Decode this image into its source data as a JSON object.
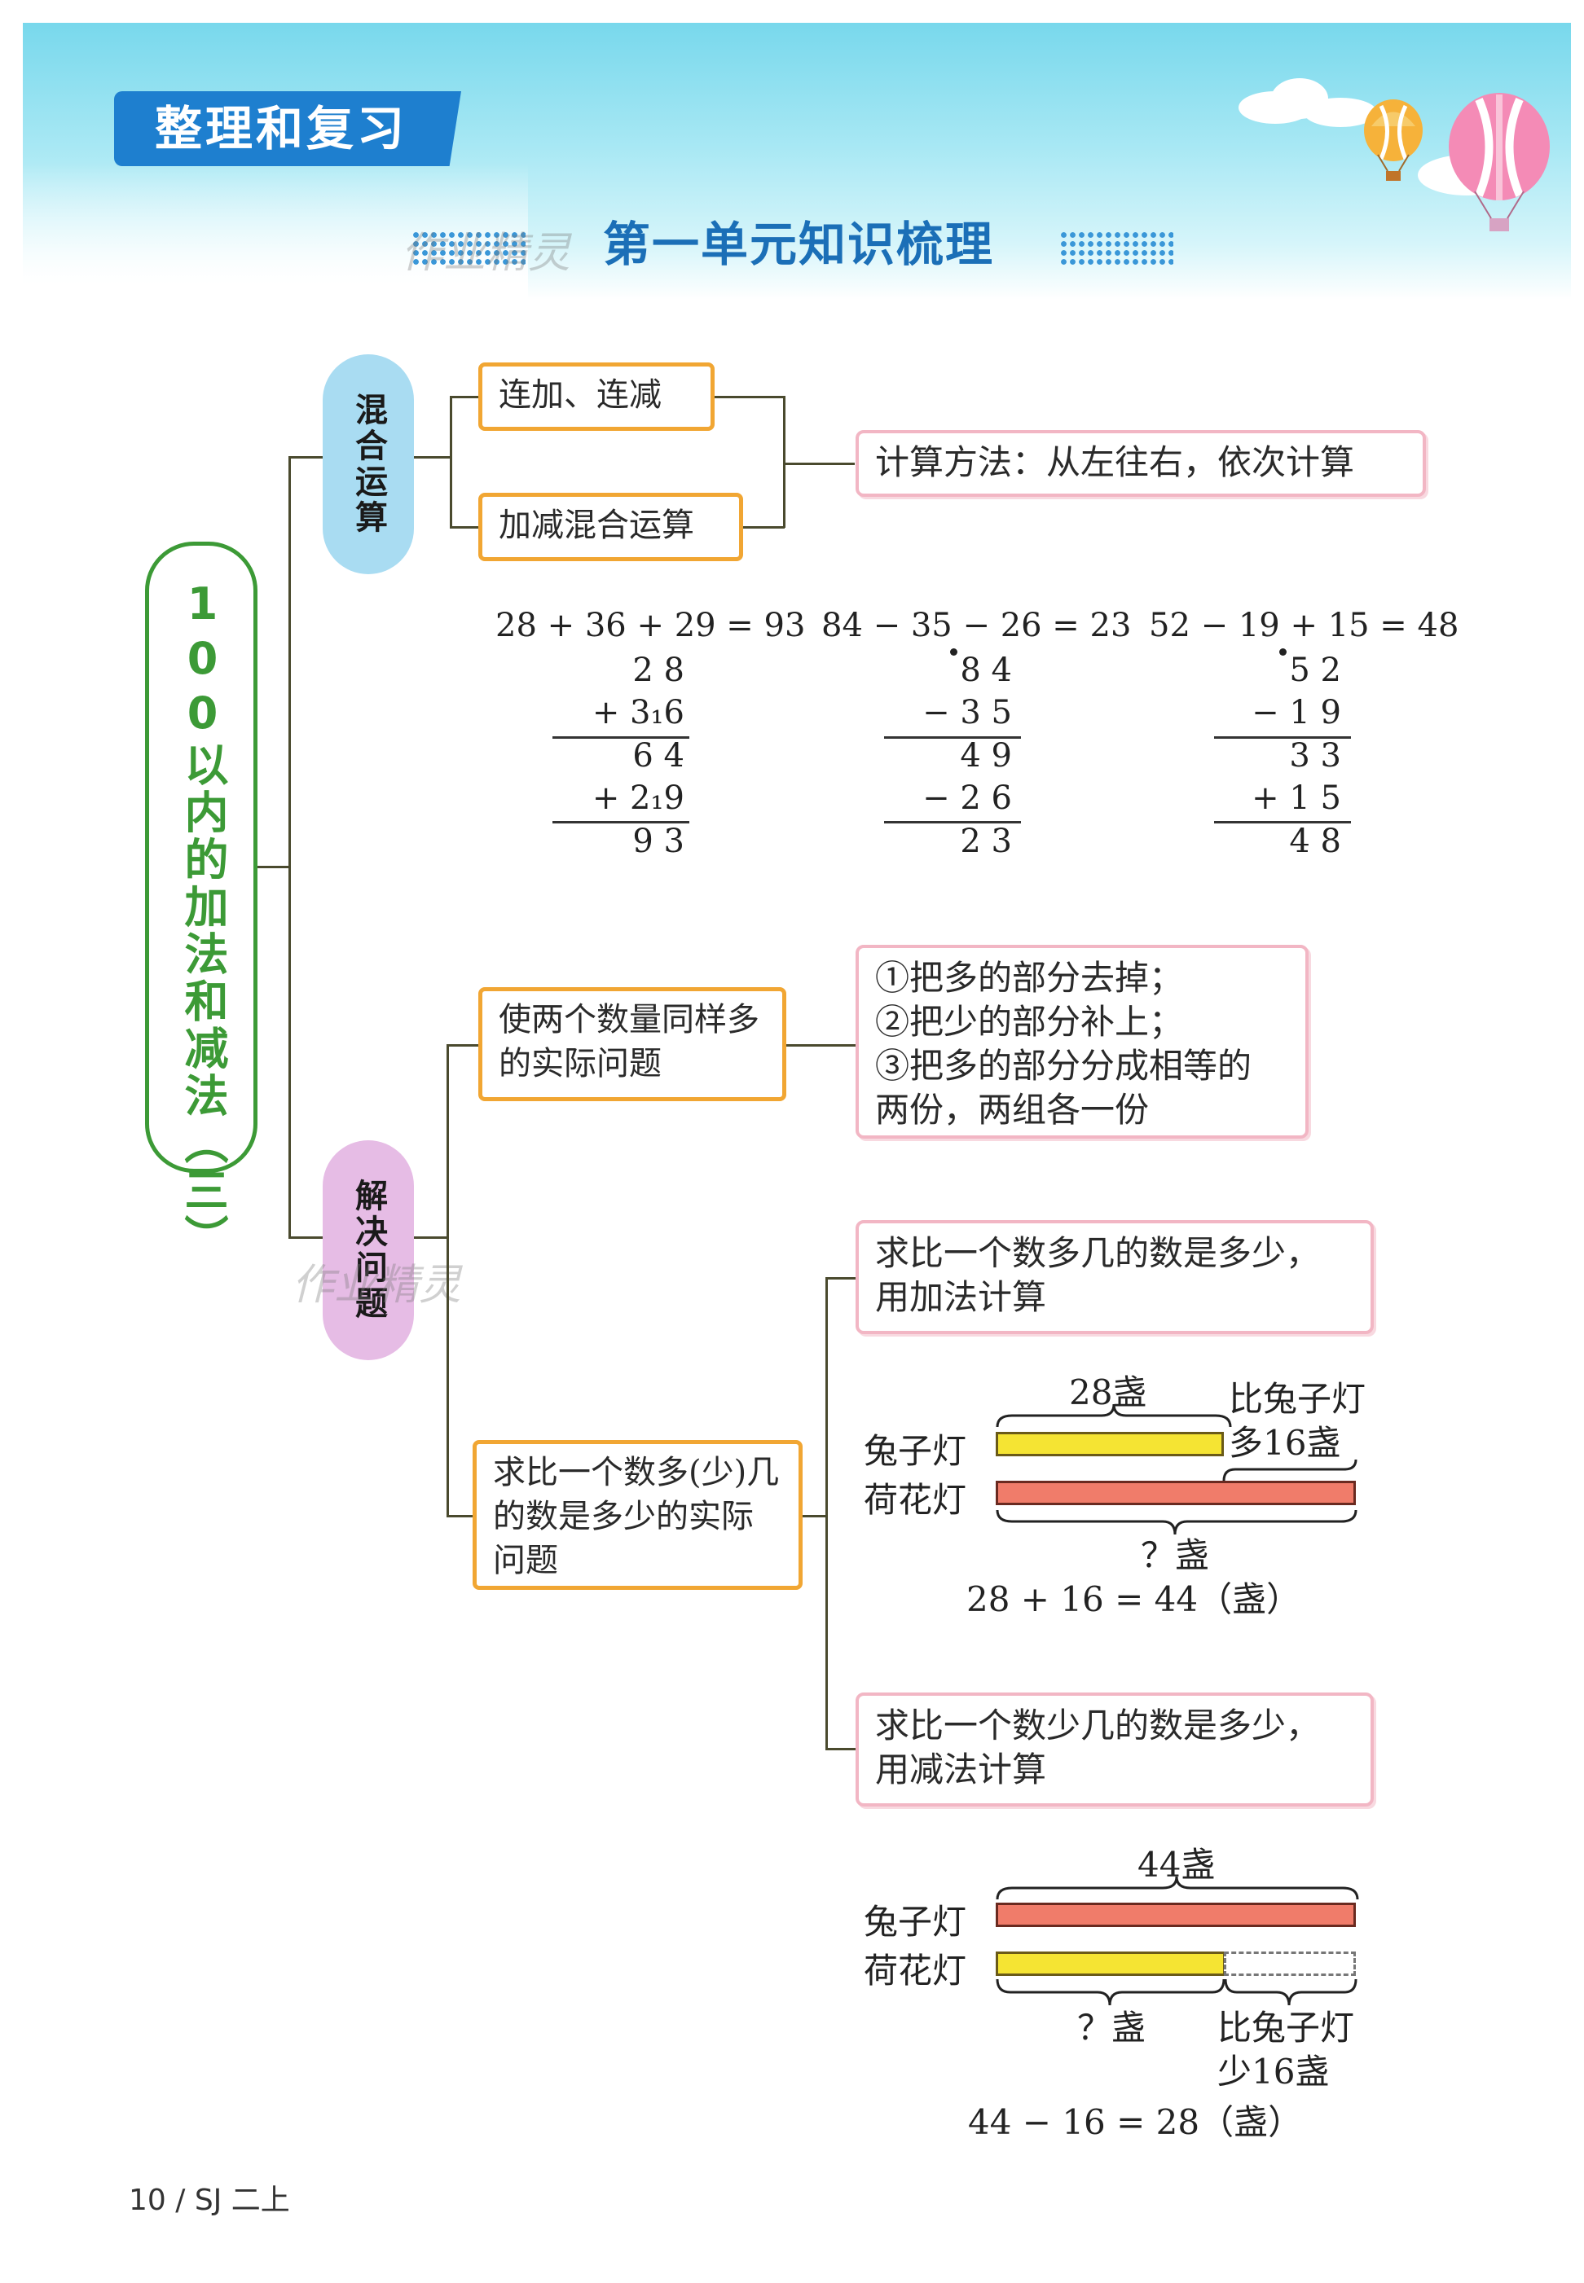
{
  "header": {
    "badge": "整理和复习",
    "title": "第一单元知识梳理"
  },
  "root": "100以内的加法和减法（三）",
  "branch_mix": {
    "pill": "混合运算",
    "box1": "连加、连减",
    "box2": "加减混合运算",
    "method": "计算方法：从左往右，依次计算"
  },
  "equations": [
    {
      "eq": "28 + 36 + 29 = 93",
      "rows": [
        "2 8",
        "+ 3₁6",
        "6 4",
        "+ 2₁9",
        "9 3"
      ]
    },
    {
      "eq": "84 − 35 − 26 = 23",
      "rows": [
        "8 4",
        "− 3 5",
        "4 9",
        "− 2 6",
        "2 3"
      ]
    },
    {
      "eq": "52 − 19 + 15 = 48",
      "rows": [
        "5 2",
        "− 1 9",
        "3 3",
        "+ 1 5",
        "4 8"
      ]
    }
  ],
  "branch_solve": {
    "pill": "解决问题",
    "box_same": "使两个数量同样多的实际问题",
    "same_steps": [
      "①把多的部分去掉；",
      "②把少的部分补上；",
      "③把多的部分分成相等的",
      "两份，两组各一份"
    ],
    "box_compare": "求比一个数多(少)几的数是多少的实际问题",
    "more": {
      "rule_l1": "求比一个数多几的数是多少，",
      "rule_l2": "用加法计算",
      "top_label": "28盏",
      "diff_l1": "比兔子灯",
      "diff_l2": "多16盏",
      "row1": "兔子灯",
      "row2": "荷花灯",
      "bottom_label": "？盏",
      "equation": "28 + 16 = 44（盏）"
    },
    "less": {
      "rule_l1": "求比一个数少几的数是多少，",
      "rule_l2": "用减法计算",
      "top_label": "44盏",
      "row1": "兔子灯",
      "row2": "荷花灯",
      "bottom_label": "？盏",
      "diff_l1": "比兔子灯",
      "diff_l2": "少16盏",
      "equation": "44 − 16 = 28（盏）"
    }
  },
  "footer": "10 / SJ 二上",
  "watermark": "作业精灵",
  "colors": {
    "accent_blue": "#1e7fcf",
    "green": "#3c9a36",
    "orange": "#f1a633",
    "pink": "#f2b6c4"
  }
}
